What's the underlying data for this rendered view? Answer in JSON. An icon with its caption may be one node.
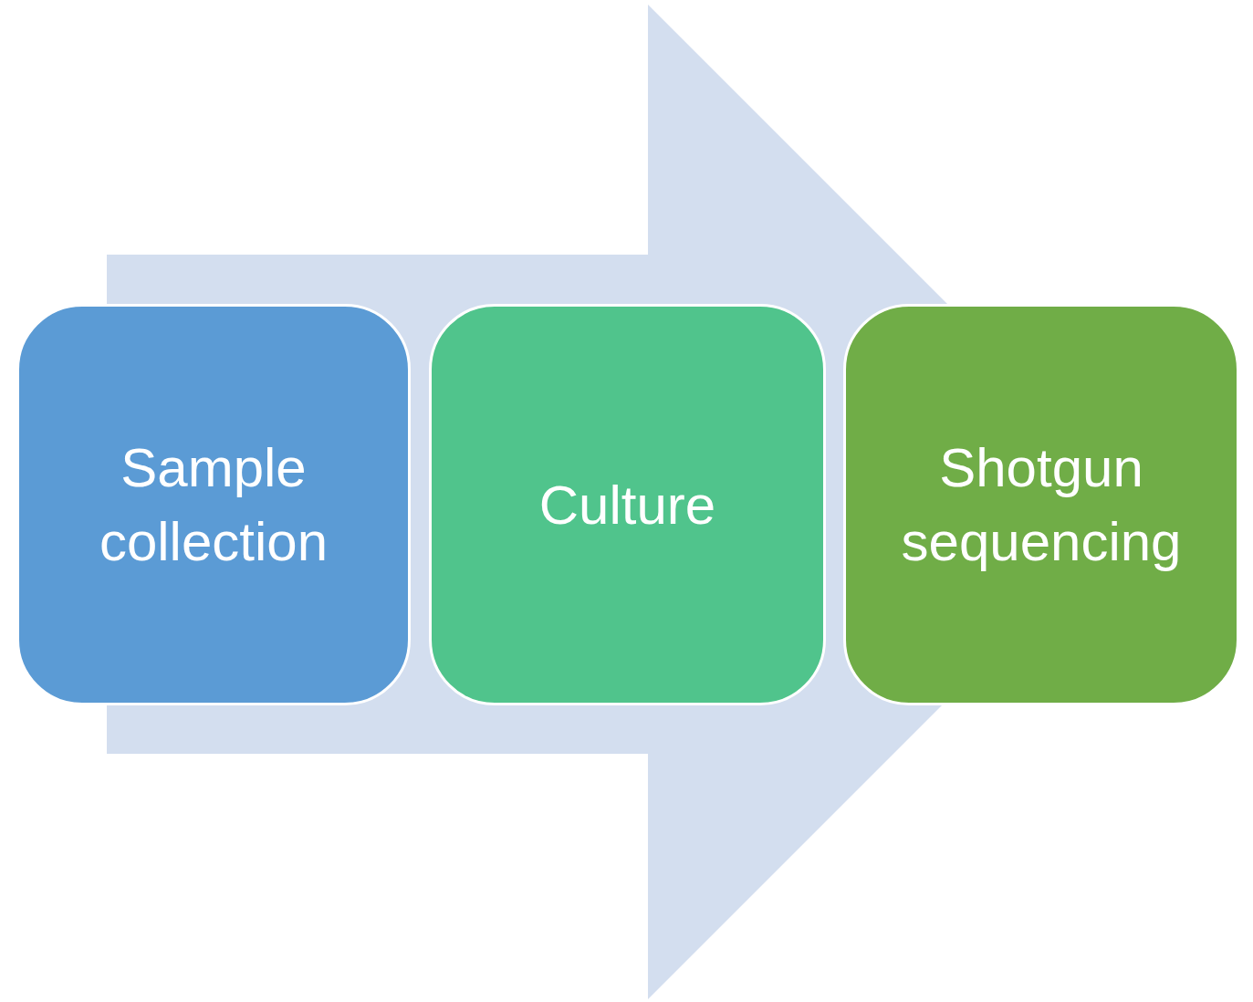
{
  "diagram": {
    "nodes": [
      {
        "text": [
          "Sample collection"
        ]
      },
      {
        "text": [
          "Culture"
        ]
      },
      {
        "text": [
          "Shotgun sequencing"
        ]
      }
    ],
    "edges": [
      {
        "from": 0,
        "to": 2,
        "arrow": "to"
      }
    ]
  }
}
